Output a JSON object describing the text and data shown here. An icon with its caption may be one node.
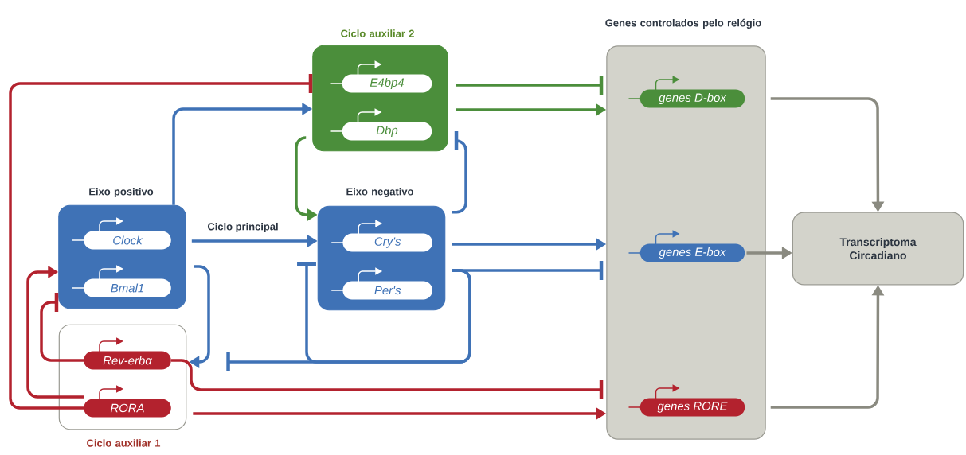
{
  "diagram": {
    "nodes": [
      {
        "text": [
          "Eixo positivo"
        ]
      },
      {
        "text": [
          "Clock"
        ],
        "in": 0
      },
      {
        "text": [
          "Bmal1"
        ],
        "in": 0
      },
      {
        "text": [
          "Ciclo auxiliar 1"
        ]
      },
      {
        "text": [
          "Rev-erbα"
        ],
        "in": 3
      },
      {
        "text": [
          "RORA"
        ],
        "in": 3
      },
      {
        "text": [
          "Ciclo auxiliar 2"
        ]
      },
      {
        "text": [
          "E4bp4"
        ],
        "in": 6
      },
      {
        "text": [
          "Dbp"
        ],
        "in": 6
      },
      {
        "text": [
          "Eixo negativo"
        ]
      },
      {
        "text": [
          "Cry's"
        ],
        "in": 9
      },
      {
        "text": [
          "Per's"
        ],
        "in": 9
      },
      {
        "text": [
          "Genes controlados pelo relógio"
        ]
      },
      {
        "text": [
          "genes D-box"
        ],
        "in": 12
      },
      {
        "text": [
          "genes E-box"
        ],
        "in": 12
      },
      {
        "text": [
          "genes RORE"
        ],
        "in": 12
      },
      {
        "text": [
          "Transcriptoma Circadiano"
        ]
      }
    ],
    "edges": [
      {
        "from": 5,
        "to": 7,
        "arrow": "other",
        "color": "#b3222e"
      },
      {
        "from": 5,
        "to": 0,
        "arrow": "to",
        "color": "#b3222e"
      },
      {
        "from": 4,
        "to": 0,
        "arrow": "other",
        "color": "#b3222e"
      },
      {
        "from": 0,
        "to": 6,
        "arrow": "to"
      },
      {
        "from": 0,
        "to": 9,
        "arrow": "to",
        "label": "Ciclo principal"
      },
      {
        "from": 0,
        "to": 3,
        "arrow": "to"
      },
      {
        "from": 11,
        "to": 3,
        "arrow": "other"
      },
      {
        "from": 11,
        "to": 9,
        "arrow": "other"
      },
      {
        "from": 11,
        "to": 14,
        "arrow": "other"
      },
      {
        "from": 10,
        "to": 14,
        "arrow": "to"
      },
      {
        "from": 9,
        "to": 8,
        "arrow": "other"
      },
      {
        "from": 6,
        "to": 9,
        "arrow": "to",
        "color": "#4b8e3b"
      },
      {
        "from": 7,
        "to": 13,
        "arrow": "other",
        "color": "#4b8e3b"
      },
      {
        "from": 8,
        "to": 13,
        "arrow": "to",
        "color": "#4b8e3b"
      },
      {
        "from": 4,
        "to": 15,
        "arrow": "other",
        "color": "#b3222e"
      },
      {
        "from": 5,
        "to": 15,
        "arrow": "to",
        "color": "#b3222e"
      },
      {
        "from": 13,
        "to": 16,
        "arrow": "to",
        "color": "#8a8a80"
      },
      {
        "from": 14,
        "to": 16,
        "arrow": "to",
        "color": "#8a8a80"
      },
      {
        "from": 15,
        "to": 16,
        "arrow": "to",
        "color": "#8a8a80"
      }
    ]
  }
}
